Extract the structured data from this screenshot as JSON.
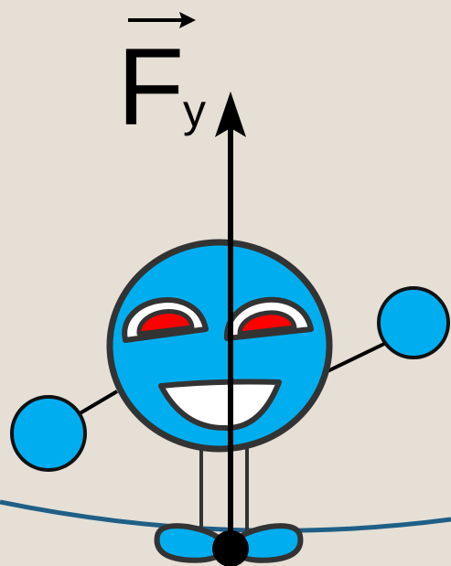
{
  "force_label": {
    "symbol": "F",
    "subscript": "y"
  },
  "colors": {
    "background": "#e5dfd5",
    "body": "#00aeef",
    "outline": "#333333",
    "eye_pupil": "#ff0000",
    "rope": "#1f5f86",
    "arrow": "#000000"
  },
  "icons": [
    "character-body",
    "force-vector-arrow",
    "rope-line"
  ]
}
